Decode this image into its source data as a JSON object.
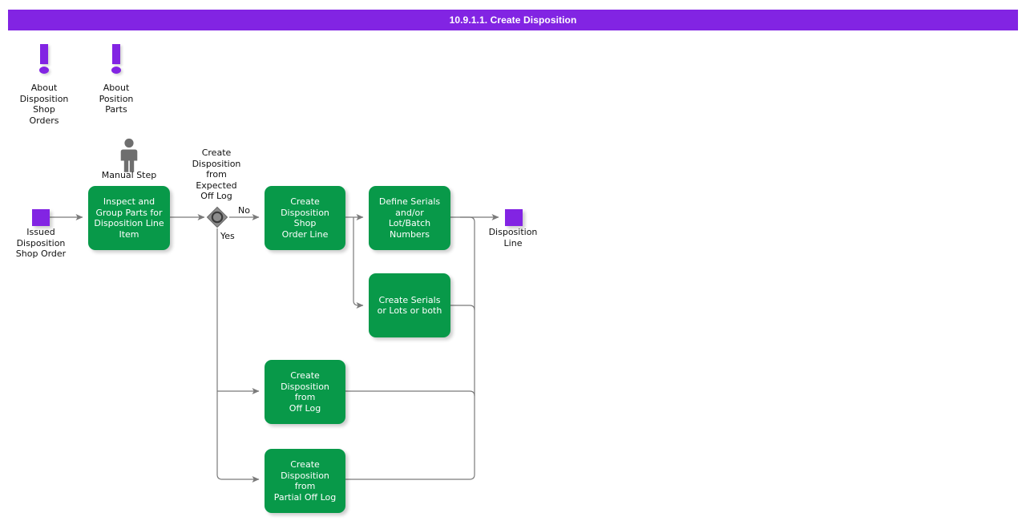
{
  "header": {
    "title": "10.9.1.1. Create Disposition",
    "bar_color": "#8224e3",
    "text_color": "#ffffff"
  },
  "palette": {
    "process_green": "#089949",
    "data_purple": "#8224e3",
    "connector_gray": "#7a7a7a",
    "person_gray": "#6e6e6e",
    "gateway_gray": "#8c8c8c",
    "text_dark": "#111111"
  },
  "info_icons": [
    {
      "name": "about-disposition-shop-orders",
      "label": "About\nDisposition\nShop\nOrders",
      "icon": "exclamation-icon"
    },
    {
      "name": "about-position-parts",
      "label": "About\nPosition\nParts",
      "icon": "exclamation-icon"
    }
  ],
  "legend": {
    "manual_step": {
      "label": "Manual Step",
      "icon": "person-icon"
    }
  },
  "data_objects": [
    {
      "name": "issued-disposition-shop-order",
      "label": "Issued\nDisposition\nShop Order"
    },
    {
      "name": "disposition-line",
      "label": "Disposition\nLine"
    }
  ],
  "gateway": {
    "name": "create-disposition-from-expected-off-log-gateway",
    "question": "Create\nDisposition\nfrom\nExpected\nOff Log",
    "branch_no": "No",
    "branch_yes": "Yes"
  },
  "nodes": [
    {
      "id": "inspect-and-group-parts",
      "label": "Inspect and\nGroup Parts for\nDisposition Line\nItem"
    },
    {
      "id": "create-disposition-shop-order-line",
      "label": "Create\nDisposition Shop\nOrder Line"
    },
    {
      "id": "define-serials-lot-batch-numbers",
      "label": "Define Serials\nand/or\nLot/Batch\nNumbers"
    },
    {
      "id": "create-serials-or-lots-or-both",
      "label": "Create Serials\nor Lots or both"
    },
    {
      "id": "create-disposition-from-off-log",
      "label": "Create\nDisposition from\nOff Log"
    },
    {
      "id": "create-disposition-from-partial-off-log",
      "label": "Create\nDisposition from\nPartial Off Log"
    }
  ]
}
